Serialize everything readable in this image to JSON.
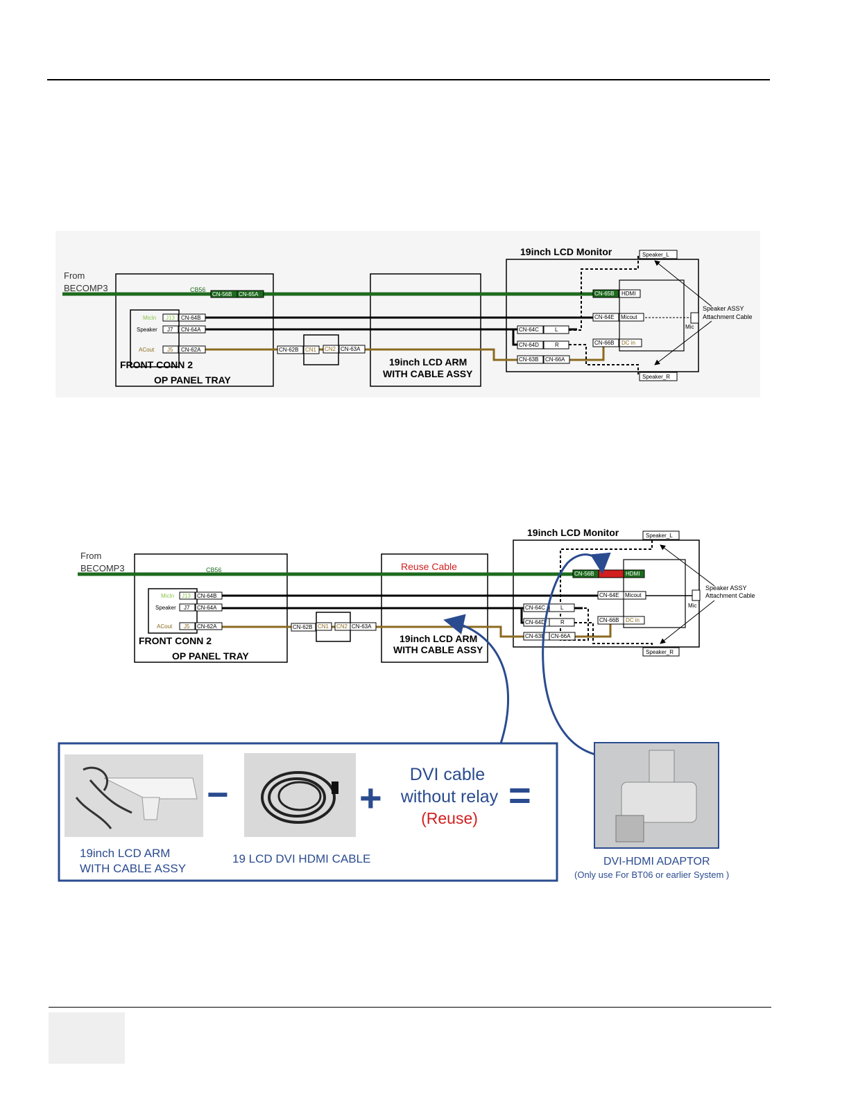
{
  "diagram1": {
    "source": [
      "From",
      "BECOMP3"
    ],
    "cb_label": "CB56",
    "front_conn_title": "FRONT CONN 2",
    "op_panel_title": "OP PANEL TRAY",
    "jacks": [
      {
        "name": "MicIn",
        "jack": "J13",
        "conn": "CN-64B"
      },
      {
        "name": "Speaker",
        "jack": "J7",
        "conn": "CN-64A"
      },
      {
        "name": "ACout",
        "jack": "J5",
        "conn": "CN-62A"
      }
    ],
    "green_conns": [
      "CN-56B",
      "CN-65A"
    ],
    "relay": [
      "CN-62B",
      "CN1",
      "CN2",
      "CN-63A"
    ],
    "arm_title": [
      "19inch LCD ARM",
      "WITH CABLE ASSY"
    ],
    "monitor_title": "19inch  LCD Monitor",
    "monitor_conns": {
      "hdmi": [
        "CN-65B",
        "HDMI"
      ],
      "micout": [
        "CN-64E",
        "Micout"
      ],
      "dcin": [
        "CN-66B",
        "DC in"
      ],
      "left": [
        "CN-64C",
        "L"
      ],
      "right": [
        "CN-64D",
        "R"
      ],
      "bottom": [
        "CN-63B",
        "CN-66A"
      ]
    },
    "speaker_l": "Speaker_L",
    "speaker_r": "Speaker_R",
    "mic": "Mic",
    "speaker_assy": [
      "Speaker ASSY",
      "Attachment Cable"
    ]
  },
  "diagram2": {
    "source": [
      "From",
      "BECOMP3"
    ],
    "cb_label": "CB56",
    "front_conn_title": "FRONT CONN 2",
    "op_panel_title": "OP PANEL TRAY",
    "jacks": [
      {
        "name": "MicIn",
        "jack": "J13",
        "conn": "CN-64B"
      },
      {
        "name": "Speaker",
        "jack": "J7",
        "conn": "CN-64A"
      },
      {
        "name": "ACout",
        "jack": "J5",
        "conn": "CN-62A"
      }
    ],
    "relay": [
      "CN-62B",
      "CN1",
      "CN2",
      "CN-63A"
    ],
    "reuse_label": "Reuse Cable",
    "arm_title": [
      "19inch LCD ARM",
      "WITH CABLE ASSY"
    ],
    "monitor_title": "19inch  LCD Monitor",
    "monitor_conns": {
      "hdmi": [
        "CN-56B",
        "HDMI"
      ],
      "micout": [
        "CN-64E",
        "Micout"
      ],
      "dcin": [
        "CN-66B",
        "DC in"
      ],
      "left": [
        "CN-64C",
        "L"
      ],
      "right": [
        "CN-64D",
        "R"
      ],
      "bottom": [
        "CN-63B",
        "CN-66A"
      ]
    },
    "speaker_l": "Speaker_L",
    "speaker_r": "Speaker_R",
    "mic": "Mic",
    "speaker_assy": [
      "Speaker  ASSY",
      "Attachment  Cable"
    ]
  },
  "parts": {
    "arm_caption": [
      "19inch LCD ARM",
      "WITH CABLE ASSY"
    ],
    "minus": "−",
    "hdmi_cable_caption": "19 LCD DVI HDMI CABLE",
    "plus": "+",
    "dvi_text": [
      "DVI cable",
      "without relay"
    ],
    "reuse_text": "(Reuse)",
    "equals": "=",
    "adaptor_caption": "DVI-HDMI ADAPTOR",
    "adaptor_note": "(Only use For BT06 or earlier System )"
  },
  "colors": {
    "green_cable": "#1e6b1e",
    "brown_cable": "#8b6a1f",
    "blue_arrow": "#2a4b8f",
    "red": "#d21f1f",
    "micin_green": "#8bc34a"
  }
}
